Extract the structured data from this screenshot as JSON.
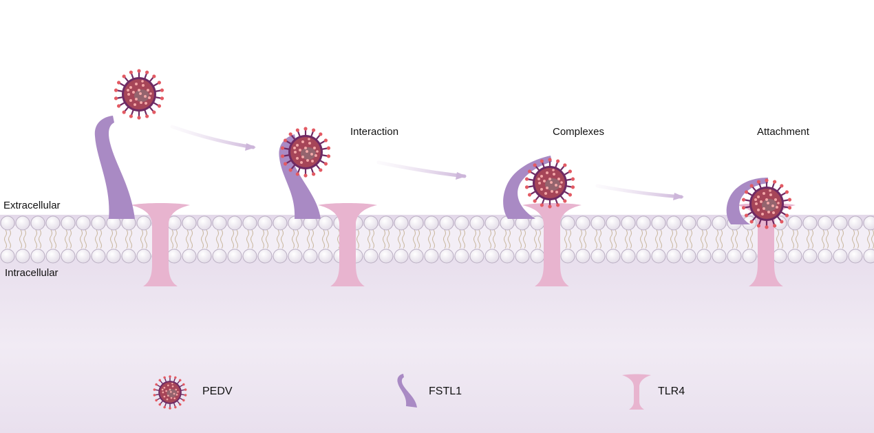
{
  "regions": {
    "extracellular": "Extracellular",
    "intracellular": "Intracellular"
  },
  "steps": [
    {
      "label": "Interaction"
    },
    {
      "label": "Complexes"
    },
    {
      "label": "Attachment"
    }
  ],
  "legend": [
    {
      "icon": "pedv-virus-icon",
      "label": "PEDV"
    },
    {
      "icon": "fstl1-protein-icon",
      "label": "FSTL1"
    },
    {
      "icon": "tlr4-receptor-icon",
      "label": "TLR4"
    }
  ],
  "colors": {
    "tlr4": "#e8b4cf",
    "fstl1": "#a98ac4",
    "virus_core": "#a64558",
    "virus_spike": "#6e2a63",
    "virus_tip": "#e35a63",
    "arrow": "#d9c6e3",
    "membrane_bead": "#f8f5fa",
    "cytoplasm": "#ebe2ef"
  }
}
